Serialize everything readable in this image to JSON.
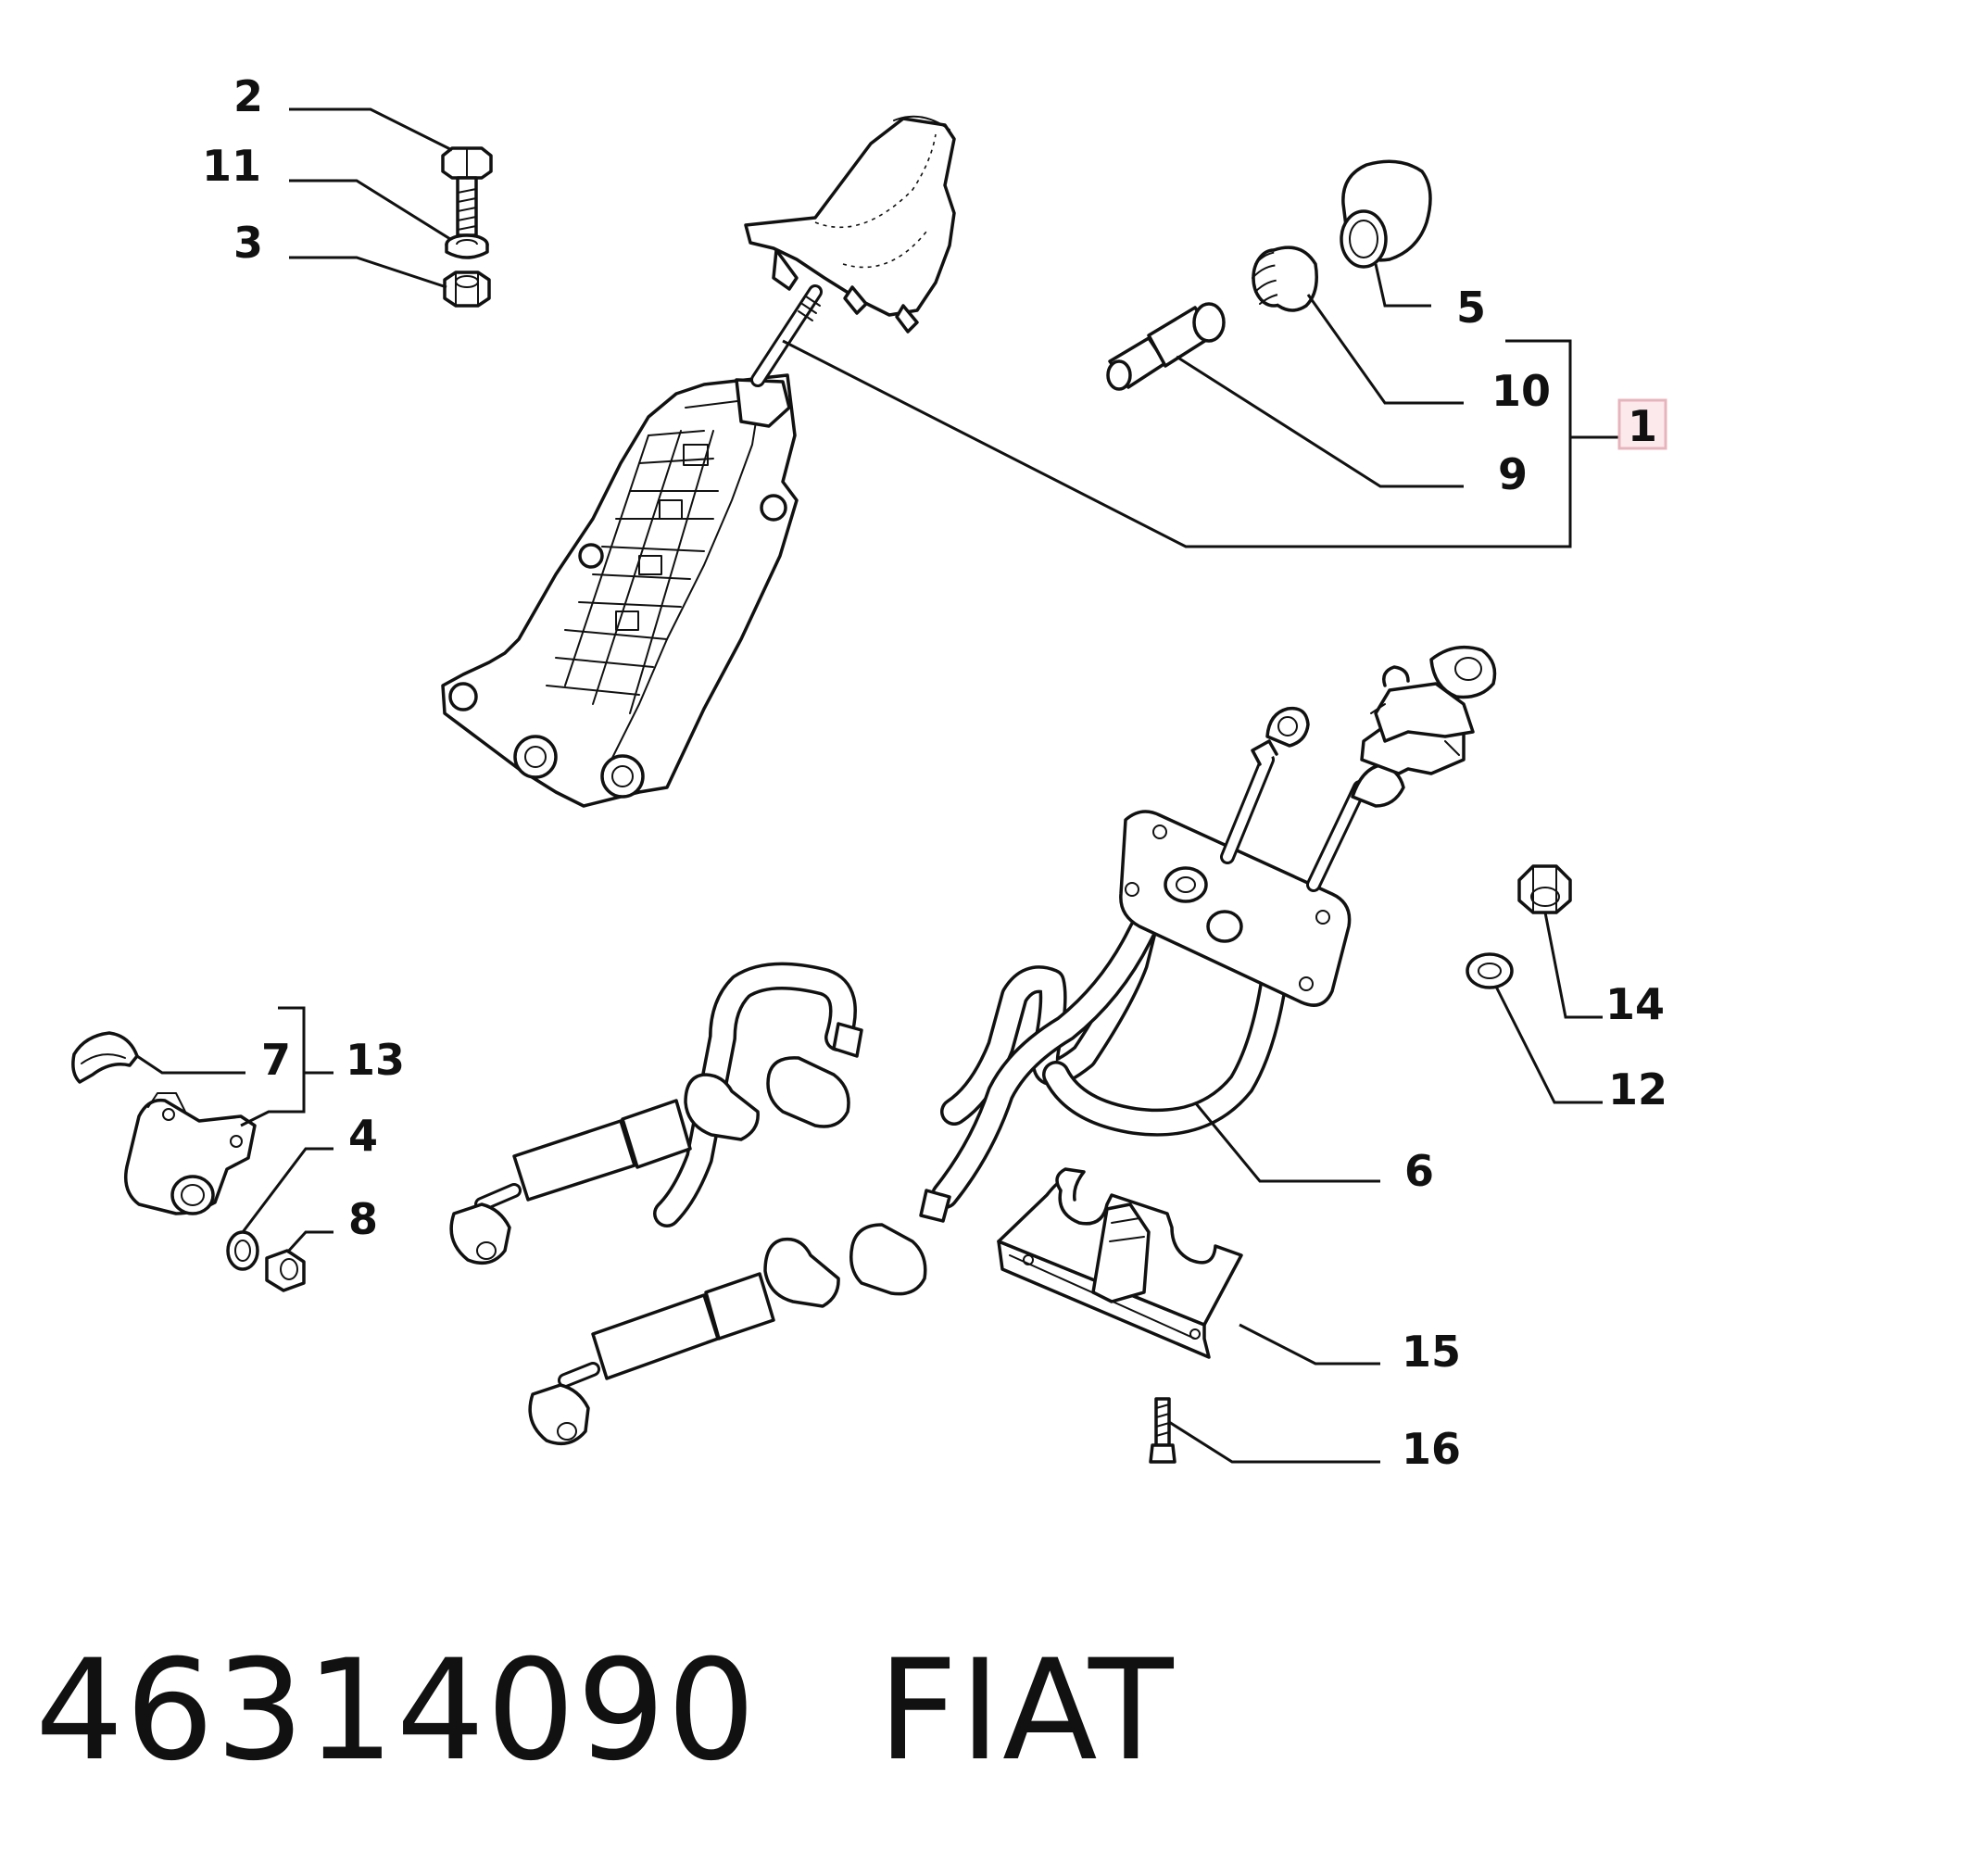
{
  "callouts": {
    "c1": "1",
    "c2": "2",
    "c3": "3",
    "c4": "4",
    "c5": "5",
    "c6": "6",
    "c7": "7",
    "c8": "8",
    "c9": "9",
    "c10": "10",
    "c11": "11",
    "c12": "12",
    "c13": "13",
    "c14": "14",
    "c15": "15",
    "c16": "16"
  },
  "footer": {
    "part_number": "46314090",
    "brand": "FIAT"
  },
  "colors": {
    "line": "#111111",
    "highlight_box": "#e8b4bc",
    "highlight_fill": "#fbe9ec"
  }
}
